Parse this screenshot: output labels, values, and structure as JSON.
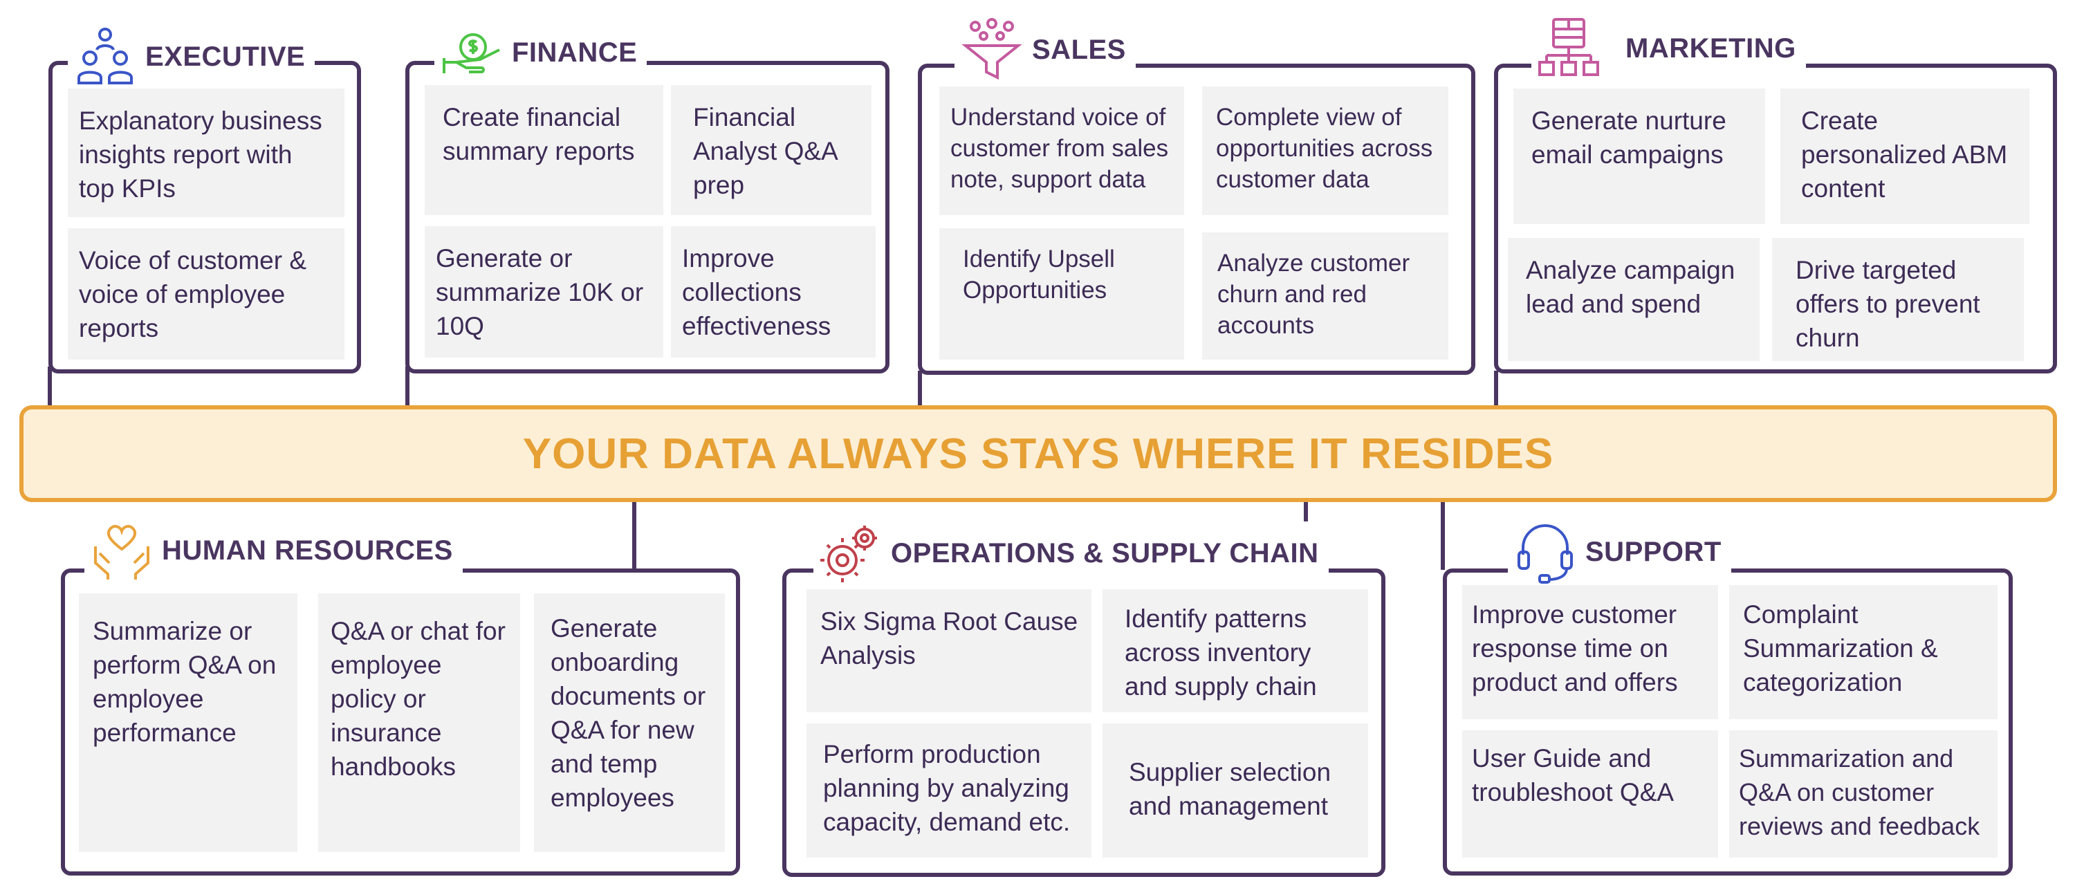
{
  "banner": "YOUR DATA ALWAYS STAYS WHERE IT RESIDES",
  "colors": {
    "border": "#4a3560",
    "card": "#f2f2f2",
    "banner_fill": "#fdefd6",
    "banner_accent": "#e9a33a",
    "finance_icon": "#4cc444",
    "sales_icon": "#c45a9e",
    "hr_icon": "#e9a33a",
    "ops_icon": "#c0404a",
    "support_icon": "#3a55c8"
  },
  "sections": {
    "executive": {
      "title": "EXECUTIVE",
      "icon": "people-group-icon",
      "items": [
        "Explanatory business insights report with top KPIs",
        "Voice of customer & voice of employee reports"
      ]
    },
    "finance": {
      "title": "FINANCE",
      "icon": "hand-money-icon",
      "items": [
        "Create financial summary reports",
        "Financial Analyst Q&A prep",
        "Generate or summarize 10K or 10Q",
        "Improve collections effectiveness"
      ]
    },
    "sales": {
      "title": "SALES",
      "icon": "funnel-icon",
      "items": [
        "Understand voice of customer from sales note, support data",
        "Complete view of opportunities across customer data",
        "Identify Upsell Opportunities",
        "Analyze customer churn and red accounts"
      ]
    },
    "marketing": {
      "title": "MARKETING",
      "icon": "org-chart-icon",
      "items": [
        "Generate nurture email campaigns",
        "Create personalized ABM content",
        "Analyze campaign lead and spend",
        "Drive targeted offers to prevent churn"
      ]
    },
    "hr": {
      "title": "HUMAN RESOURCES",
      "icon": "hands-heart-icon",
      "items": [
        "Summarize or perform Q&A on employee performance",
        "Q&A or chat for employee policy or insurance handbooks",
        "Generate onboarding documents or Q&A for new and temp employees"
      ]
    },
    "ops": {
      "title": "OPERATIONS & SUPPLY CHAIN",
      "icon": "gears-icon",
      "items": [
        "Six Sigma Root Cause Analysis",
        "Identify patterns across inventory and supply chain",
        "Perform production planning by analyzing capacity, demand etc.",
        "Supplier selection and management"
      ]
    },
    "support": {
      "title": "SUPPORT",
      "icon": "headset-icon",
      "items": [
        "Improve customer response time on product and offers",
        "Complaint Summarization & categorization",
        "User Guide and troubleshoot Q&A",
        "Summarization and Q&A on customer reviews and feedback"
      ]
    }
  }
}
